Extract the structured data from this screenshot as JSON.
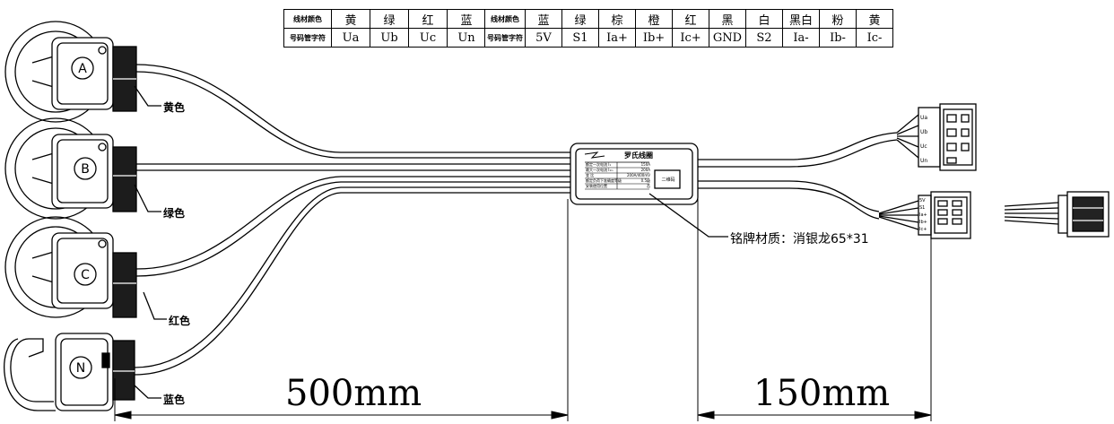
{
  "table_left": {
    "row1_header": "线材颜色",
    "row2_header": "号码管字符",
    "colors": [
      "黄",
      "绿",
      "红",
      "蓝"
    ],
    "codes": [
      "Ua",
      "Ub",
      "Uc",
      "Un"
    ]
  },
  "table_right": {
    "row1_header": "线材颜色",
    "row2_header": "号码管字符",
    "colors": [
      "蓝",
      "绿",
      "棕",
      "橙",
      "红",
      "黑",
      "白",
      "黑白",
      "粉",
      "黄"
    ],
    "codes": [
      "5V",
      "S1",
      "Ia+",
      "Ib+",
      "Ic+",
      "GND",
      "S2",
      "Ia-",
      "Ib-",
      "Ic-"
    ]
  },
  "sensors": [
    {
      "letter": "A",
      "wire_label": "黄色"
    },
    {
      "letter": "B",
      "wire_label": "绿色"
    },
    {
      "letter": "C",
      "wire_label": "红色"
    },
    {
      "letter": "N",
      "wire_label": "蓝色"
    }
  ],
  "nameplate": {
    "brand": "罗氏线圈",
    "rows": [
      [
        "额定一次电流 I₁",
        "150A"
      ],
      [
        "最大一次电流 I₁ₘ",
        "200A"
      ],
      [
        "变 比",
        "200A/400mV"
      ],
      [
        "额定负荷下准确度等级",
        "0.5级"
      ],
      [
        "安装使用位置",
        "否"
      ]
    ],
    "box_label": "二维码"
  },
  "connector_pins": [
    "Ua",
    "Ub",
    "Uc",
    "Un"
  ],
  "connector2_pins": [
    "5V",
    "S1",
    "Ia+",
    "Ib+",
    "Ic+"
  ],
  "note": "铭牌材质：消银龙65*31",
  "dimensions": {
    "left": "500mm",
    "right": "150mm"
  }
}
